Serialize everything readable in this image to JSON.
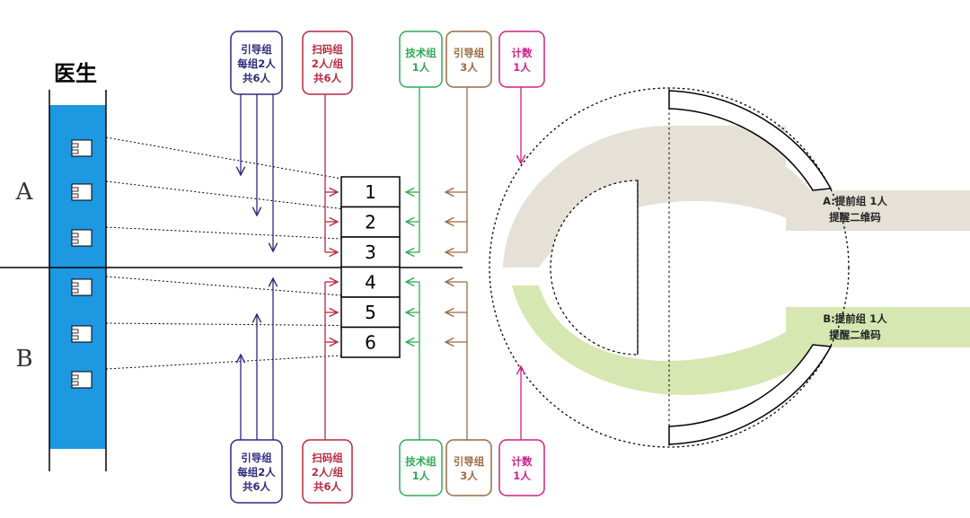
{
  "doctor_label": "医生",
  "zone_a": "A",
  "zone_b": "B",
  "stations": [
    "1",
    "2",
    "3",
    "4",
    "5",
    "6"
  ],
  "top_boxes": [
    {
      "key": "guide1",
      "lines": [
        "引导组",
        "每组2人",
        "共6人"
      ],
      "color": "#2b2a7e"
    },
    {
      "key": "scan",
      "lines": [
        "扫码组",
        "2人/组",
        "共6人"
      ],
      "color": "#b5283d"
    },
    {
      "key": "tech",
      "lines": [
        "技术组",
        "1人"
      ],
      "color": "#2faa54"
    },
    {
      "key": "guide2",
      "lines": [
        "引导组",
        "3人"
      ],
      "color": "#9b6a3f"
    },
    {
      "key": "count",
      "lines": [
        "计数",
        "1人"
      ],
      "color": "#d21f8a"
    }
  ],
  "bottom_boxes": [
    {
      "key": "guide1",
      "lines": [
        "引导组",
        "每组2人",
        "共6人"
      ],
      "color": "#2b2a7e"
    },
    {
      "key": "scan",
      "lines": [
        "扫码组",
        "2人/组",
        "共6人"
      ],
      "color": "#b5283d"
    },
    {
      "key": "tech",
      "lines": [
        "技术组",
        "1人"
      ],
      "color": "#2faa54"
    },
    {
      "key": "guide2",
      "lines": [
        "引导组",
        "3人"
      ],
      "color": "#9b6a3f"
    },
    {
      "key": "count",
      "lines": [
        "计数",
        "1人"
      ],
      "color": "#d21f8a"
    }
  ],
  "reminder_a": [
    "A:提前组 1人",
    "提醒二维码"
  ],
  "reminder_b": [
    "B:提前组 1人",
    "提醒二维码"
  ],
  "colors": {
    "doctor_bar": "#1e98e0",
    "band_a": "#e6e1d6",
    "band_b": "#d6e7b2"
  }
}
